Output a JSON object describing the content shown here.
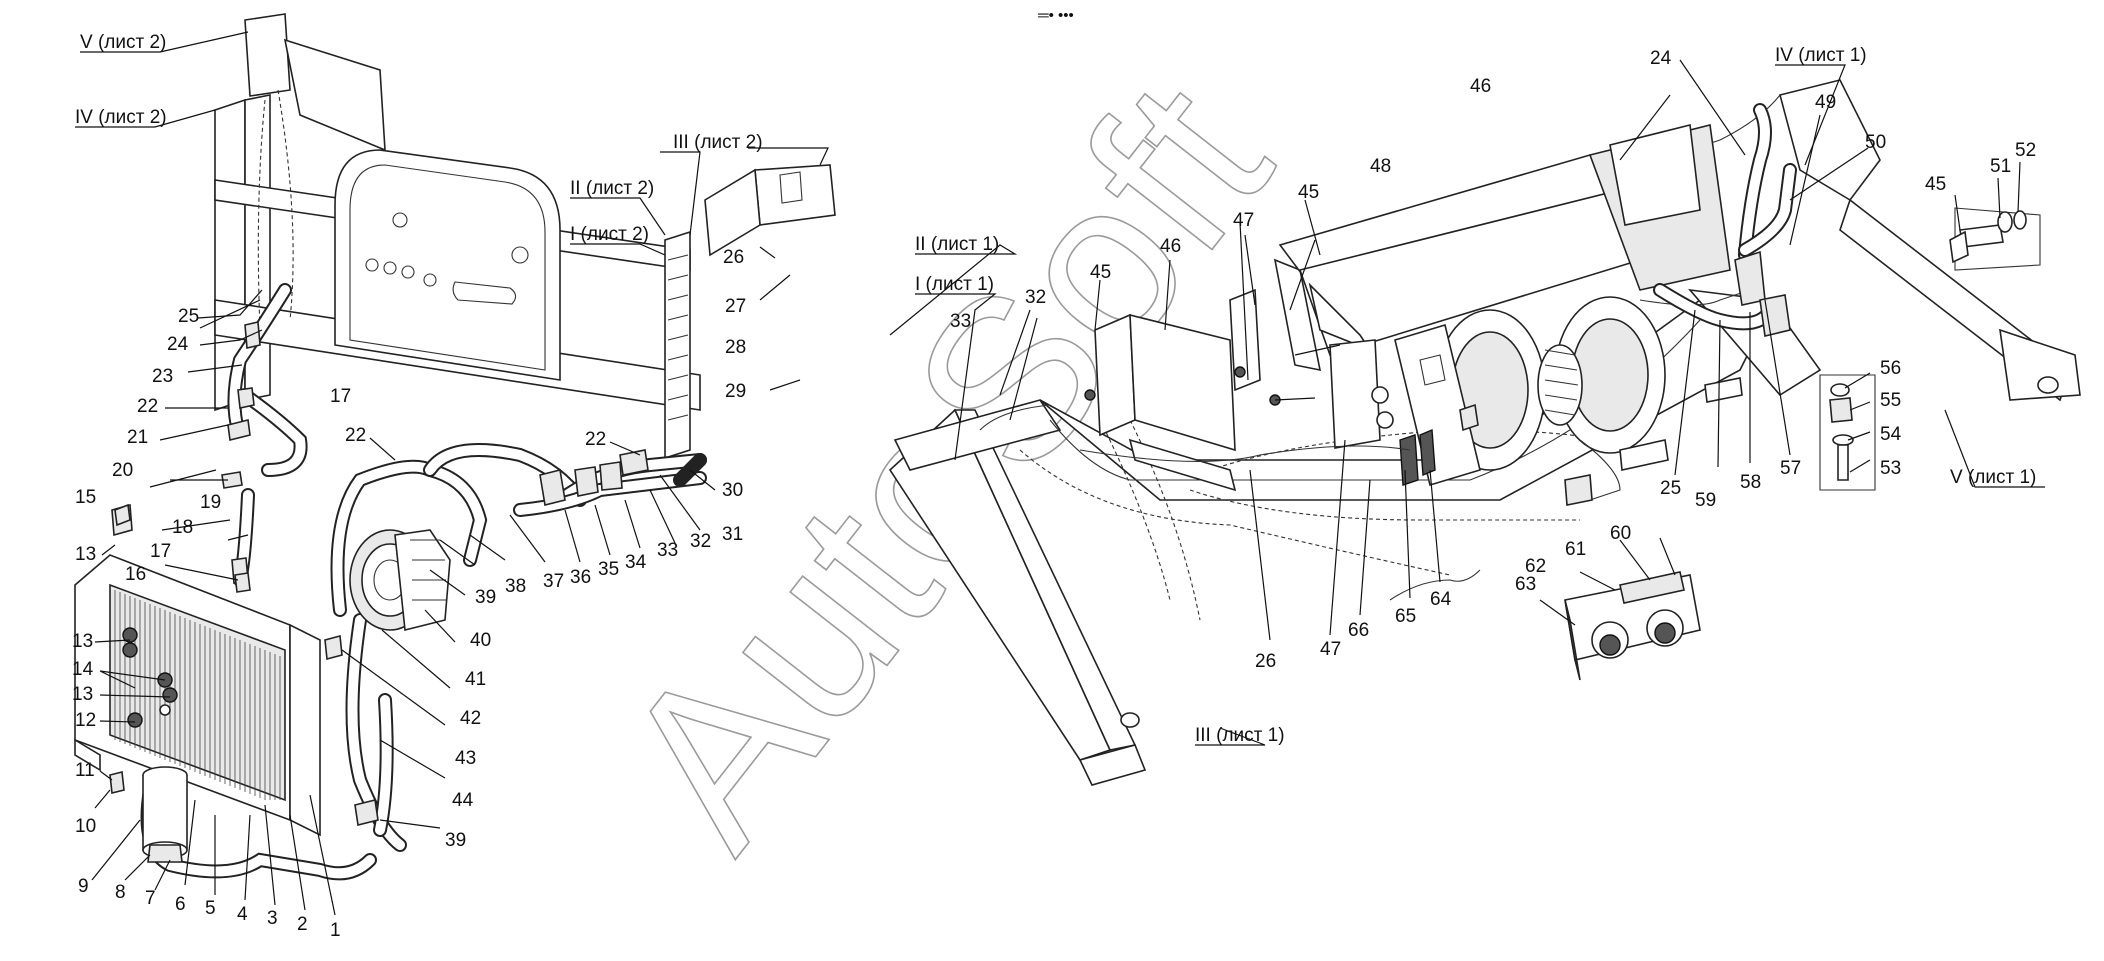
{
  "header_mark": "═• •••",
  "watermark": "AutoSoft",
  "sheet_refs": {
    "v_sheet2": "V (лист 2)",
    "iv_sheet2": "IV (лист 2)",
    "iii_sheet2": "III (лист 2)",
    "ii_sheet2": "II (лист 2)",
    "i_sheet2": "I (лист 2)",
    "ii_sheet1": "II (лист 1)",
    "i_sheet1": "I (лист 1)",
    "iv_sheet1": "IV (лист 1)",
    "iii_sheet1": "III (лист 1)",
    "v_sheet1": "V (лист 1)"
  },
  "callouts": {
    "c1": "1",
    "c2": "2",
    "c3": "3",
    "c4": "4",
    "c5": "5",
    "c6": "6",
    "c7": "7",
    "c8": "8",
    "c9": "9",
    "c10": "10",
    "c11": "11",
    "c12": "12",
    "c13a": "13",
    "c13b": "13",
    "c13c": "13",
    "c14": "14",
    "c15": "15",
    "c16": "16",
    "c17a": "17",
    "c17b": "17",
    "c18": "18",
    "c19": "19",
    "c20": "20",
    "c21": "21",
    "c22a": "22",
    "c22b": "22",
    "c22c": "22",
    "c23": "23",
    "c24a": "24",
    "c24b": "24",
    "c25a": "25",
    "c25b": "25",
    "c26a": "26",
    "c26b": "26",
    "c27": "27",
    "c28": "28",
    "c29": "29",
    "c30": "30",
    "c31": "31",
    "c32a": "32",
    "c32b": "32",
    "c33a": "33",
    "c33b": "33",
    "c34": "34",
    "c35": "35",
    "c36": "36",
    "c37": "37",
    "c38": "38",
    "c39a": "39",
    "c39b": "39",
    "c40": "40",
    "c41": "41",
    "c42": "42",
    "c43": "43",
    "c44": "44",
    "c45a": "45",
    "c45b": "45",
    "c45c": "45",
    "c46a": "46",
    "c46b": "46",
    "c47a": "47",
    "c47b": "47",
    "c48": "48",
    "c49": "49",
    "c50": "50",
    "c51": "51",
    "c52": "52",
    "c53": "53",
    "c54": "54",
    "c55": "55",
    "c56": "56",
    "c57": "57",
    "c58": "58",
    "c59": "59",
    "c60": "60",
    "c61": "61",
    "c62": "62",
    "c63": "63",
    "c64": "64",
    "c65": "65",
    "c66": "66"
  }
}
